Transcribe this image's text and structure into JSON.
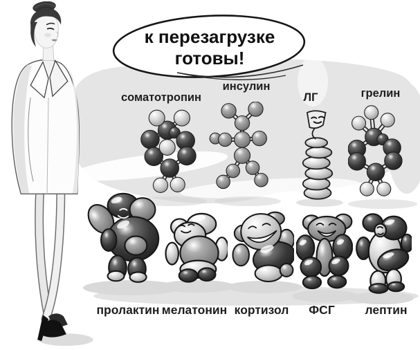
{
  "bubble": {
    "line1": "к перезагрузке",
    "line2": "готовы!"
  },
  "hormones": {
    "top": [
      {
        "id": "somatotropin",
        "label": "соматотропин",
        "depiction": "ball-and-stick ring molecule"
      },
      {
        "id": "insulin",
        "label": "инсулин",
        "depiction": "ball-and-stick branched molecule"
      },
      {
        "id": "lg",
        "label": "ЛГ",
        "depiction": "smiling spiral helix"
      },
      {
        "id": "ghrelin",
        "label": "грелин",
        "depiction": "ball-and-stick ring molecule"
      }
    ],
    "bottom": [
      {
        "id": "prolactin",
        "label": "пролактин",
        "depiction": "large dark space-filling teddy figure"
      },
      {
        "id": "melatonin",
        "label": "мелатонин",
        "depiction": "light winking teddy figure"
      },
      {
        "id": "cortisol",
        "label": "кортизол",
        "depiction": "big-headed laughing teddy figure"
      },
      {
        "id": "fsg",
        "label": "ФСГ",
        "depiction": "laughing teddy with dark arms"
      },
      {
        "id": "leptin",
        "label": "лептин",
        "depiction": "gray teddy with dark head"
      }
    ]
  },
  "illustration": {
    "character": "woman in white coat, hair bun, black high heels"
  },
  "colors": {
    "ball_dark": "#2f2f2f",
    "ball_mid": "#8f8f8f",
    "ball_light": "#cbcbcb",
    "outline": "#1b1b1b",
    "smear": "#e5e5e5",
    "background": "#ffffff"
  }
}
